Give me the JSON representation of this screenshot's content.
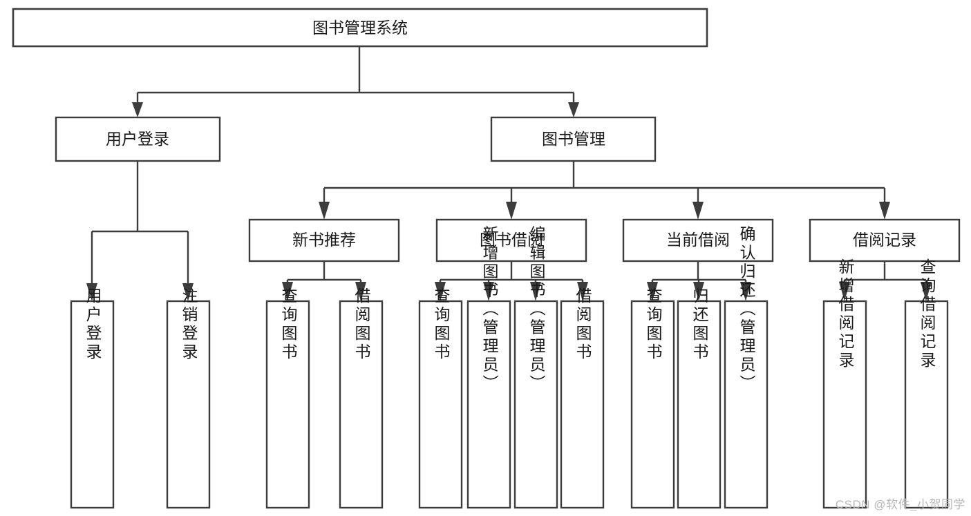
{
  "diagram": {
    "title": "图书管理系统",
    "type": "hierarchy-tree",
    "orientation": "top-down",
    "colors": {
      "box_fill": "#ffffff",
      "box_stroke": "#3c3c3c",
      "text": "#1a1a1a",
      "background": "#ffffff",
      "watermark": "#b9b9b9"
    },
    "root": {
      "label": "图书管理系统"
    },
    "level2": [
      {
        "label": "用户登录"
      },
      {
        "label": "图书管理"
      }
    ],
    "level3": [
      {
        "label": "新书推荐"
      },
      {
        "label": "图书借阅"
      },
      {
        "label": "当前借阅"
      },
      {
        "label": "借阅记录"
      }
    ],
    "leaves": {
      "user_login": [
        {
          "label": "用户登录"
        },
        {
          "label": "注销登录"
        }
      ],
      "new_book_recommend": [
        {
          "label": "查询图书"
        },
        {
          "label": "借阅图书"
        }
      ],
      "book_borrow": [
        {
          "label": "查询图书"
        },
        {
          "label": "新增图书（管理员）"
        },
        {
          "label": "编辑图书（管理员）"
        },
        {
          "label": "借阅图书"
        }
      ],
      "current_borrow": [
        {
          "label": "查询图书"
        },
        {
          "label": "归还图书"
        },
        {
          "label": "确认归还（管理员）"
        }
      ],
      "borrow_record": [
        {
          "label": "新增借阅记录"
        },
        {
          "label": "查询借阅记录"
        }
      ]
    }
  },
  "watermark": {
    "text": "CSDN @软件_小贺同学"
  }
}
